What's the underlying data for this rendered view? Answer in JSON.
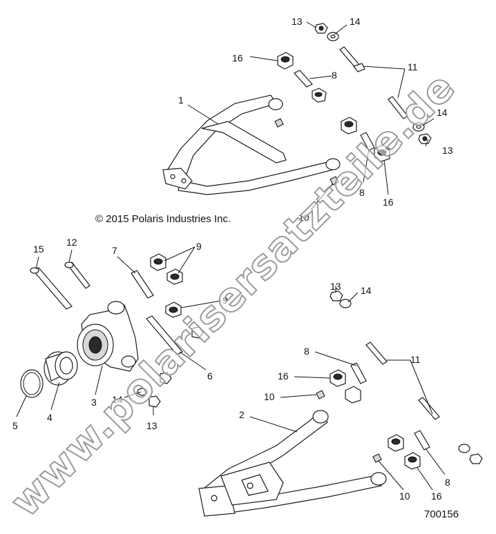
{
  "copyright": "© 2015 Polaris Industries Inc.",
  "drawing_number": "700156",
  "watermark": "www.polarisersatzteile.de",
  "callouts": {
    "c1": "1",
    "c2": "2",
    "c3": "3",
    "c4": "4",
    "c5": "5",
    "c6": "6",
    "c7": "7",
    "c8a": "8",
    "c8b": "8",
    "c8c": "8",
    "c8d": "8",
    "c9a": "9",
    "c9b": "9",
    "c10a": "10",
    "c10b": "10",
    "c10c": "10",
    "c11a": "11",
    "c11b": "11",
    "c12": "12",
    "c13a": "13",
    "c13b": "13",
    "c13c": "13",
    "c13d": "13",
    "c14a": "14",
    "c14b": "14",
    "c14c": "14",
    "c14d": "14",
    "c15": "15",
    "c16a": "16",
    "c16b": "16",
    "c16c": "16",
    "c16d": "16"
  }
}
